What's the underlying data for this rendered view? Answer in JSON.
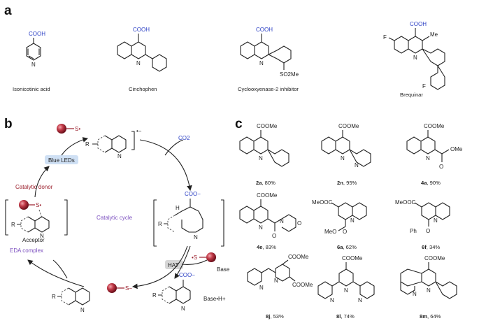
{
  "panels": {
    "a": "a",
    "b": "b",
    "c": "c"
  },
  "panel_a": {
    "drugs": [
      {
        "group": "COOH",
        "name": "Isonicotinic acid"
      },
      {
        "group": "COOH",
        "name": "Cinchophen"
      },
      {
        "group": "COOH",
        "substituent": "SO2Me",
        "name": "Cyclooxyenase-2 inhibitor"
      },
      {
        "group": "COOH",
        "substituent": "Me",
        "halogen1": "F",
        "halogen2": "F",
        "name": "Brequinar"
      }
    ]
  },
  "panel_b": {
    "blue_leds": "Blue LEDs",
    "catalytic_donor": "Catalytic donor",
    "acceptor": "Acceptor",
    "eda_complex": "EDA complex",
    "catalytic_cycle": "Catalytic cycle",
    "co2": "CO2",
    "hat": "HAT",
    "base": "Base",
    "base_h": "Base•H+",
    "coo_minus": "COO−",
    "r": "R",
    "s_radical": "S•",
    "s_minus": "S−",
    "s_thiol": "•S"
  },
  "panel_c": {
    "ester": "COOMe",
    "ome": "OMe",
    "products": [
      {
        "id": "2a",
        "yield": ", 80%"
      },
      {
        "id": "2n",
        "yield": ", 95%"
      },
      {
        "id": "4a",
        "yield": ", 90%"
      },
      {
        "id": "4e",
        "yield": ", 83%"
      },
      {
        "id": "6a",
        "yield": ", 62%"
      },
      {
        "id": "6f",
        "yield": ", 34%"
      },
      {
        "id": "8j",
        "yield": ", 53%"
      },
      {
        "id": "8l",
        "yield": ", 74%"
      },
      {
        "id": "8m",
        "yield": ", 64%"
      }
    ],
    "ring_letters": {
      "n": "N",
      "o": "O",
      "ph": "Ph"
    }
  },
  "colors": {
    "carbonyl_blue": "#2b3fc4",
    "donor_red": "#9a1d2a",
    "sphere_red": "#b0303d",
    "cycle_purple": "#7b4fbf",
    "blue_leds_box": "#cfe0f4",
    "hat_box": "#d6d6d6"
  }
}
